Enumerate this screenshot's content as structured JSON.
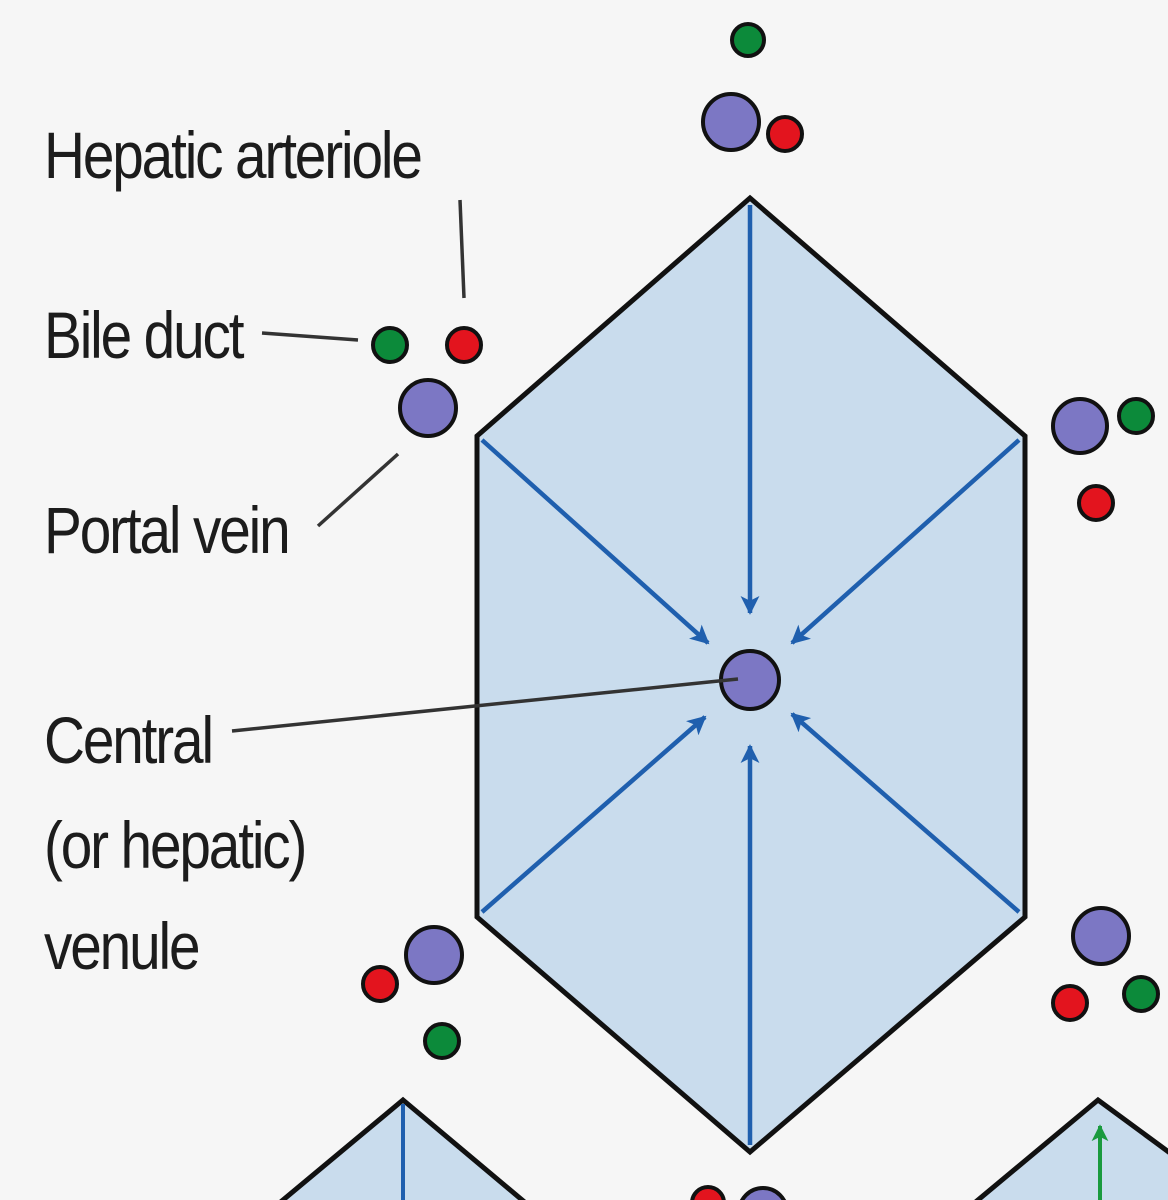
{
  "labels": {
    "hepatic_arteriole": "Hepatic arteriole",
    "bile_duct": "Bile duct",
    "portal_vein": "Portal vein",
    "central_line1": "Central",
    "central_line2": "(or hepatic)",
    "central_line3": "venule"
  },
  "colors": {
    "background": "#f6f6f6",
    "lobule_fill": "#c9dced",
    "outline": "#111111",
    "flow_arrow": "#1f5fae",
    "portal_vein": "#7c77c4",
    "hepatic_arteriole": "#e3141e",
    "bile_duct": "#0c8a3a",
    "bile_flow_arrow": "#1a9a3e",
    "leader_line": "#333333"
  },
  "icons": [
    "triad-portal-vein",
    "triad-hepatic-arteriole",
    "triad-bile-duct",
    "central-venule",
    "flow-arrow"
  ]
}
